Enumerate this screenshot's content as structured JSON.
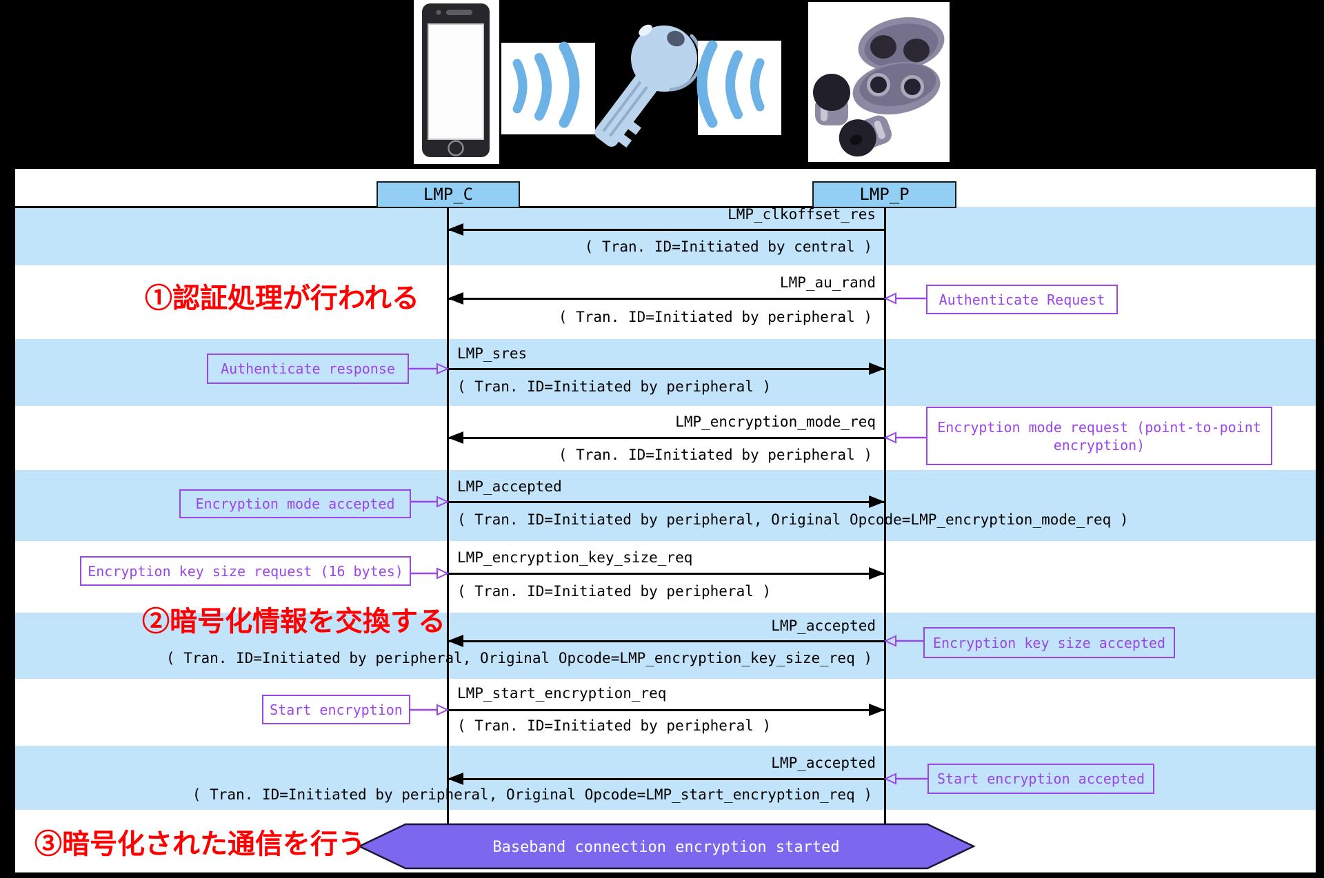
{
  "hero": {
    "icons": [
      {
        "name": "smartphone-icon"
      },
      {
        "name": "radio-waves-left-icon"
      },
      {
        "name": "key-icon"
      },
      {
        "name": "radio-waves-right-icon"
      },
      {
        "name": "earbuds-icon"
      }
    ]
  },
  "diagram": {
    "participants": [
      {
        "label": "LMP_C"
      },
      {
        "label": "LMP_P"
      }
    ],
    "messages": [
      {
        "label": "LMP_clkoffset_res",
        "params": "( Tran. ID=Initiated by central )",
        "direction": "to_central"
      },
      {
        "label": "LMP_au_rand",
        "params": "( Tran. ID=Initiated by peripheral )",
        "direction": "to_central",
        "note": {
          "side": "right",
          "text": "Authenticate Request"
        }
      },
      {
        "label": "LMP_sres",
        "params": "( Tran. ID=Initiated by peripheral )",
        "direction": "to_peripheral",
        "note": {
          "side": "left",
          "text": "Authenticate response"
        }
      },
      {
        "label": "LMP_encryption_mode_req",
        "params": "( Tran. ID=Initiated by peripheral )",
        "direction": "to_central",
        "note": {
          "side": "right",
          "text": "Encryption mode request (point-to-point encryption)"
        }
      },
      {
        "label": "LMP_accepted",
        "params": "( Tran. ID=Initiated by peripheral, Original Opcode=LMP_encryption_mode_req )",
        "direction": "to_peripheral",
        "note": {
          "side": "left",
          "text": "Encryption mode accepted"
        }
      },
      {
        "label": "LMP_encryption_key_size_req",
        "params": "( Tran. ID=Initiated by peripheral )",
        "direction": "to_peripheral",
        "note": {
          "side": "left",
          "text": "Encryption key size request (16 bytes)"
        }
      },
      {
        "label": "LMP_accepted",
        "params": "( Tran. ID=Initiated by peripheral, Original Opcode=LMP_encryption_key_size_req )",
        "direction": "to_central",
        "note": {
          "side": "right",
          "text": "Encryption key size accepted"
        }
      },
      {
        "label": "LMP_start_encryption_req",
        "params": "( Tran. ID=Initiated by peripheral )",
        "direction": "to_peripheral",
        "note": {
          "side": "left",
          "text": "Start encryption"
        }
      },
      {
        "label": "LMP_accepted",
        "params": "( Tran. ID=Initiated by peripheral, Original Opcode=LMP_start_encryption_req )",
        "direction": "to_central",
        "note": {
          "side": "right",
          "text": "Start encryption accepted"
        }
      }
    ],
    "annotations": [
      {
        "text": "①認証処理が行われる"
      },
      {
        "text": "②暗号化情報を交換する"
      },
      {
        "text": "③暗号化された通信を行う"
      }
    ],
    "end_banner": {
      "text": "Baseband connection encryption started"
    }
  },
  "colors": {
    "background": "#000000",
    "canvas": "#FFFFFF",
    "stripe_blue": "#C2E4FB",
    "participant_fill": "#93CFF4",
    "participant_border": "#1A1A1A",
    "message_line": "#000000",
    "note_purple": "#9B45E8",
    "banner_fill": "#7B68EE",
    "banner_border": "#1C1633",
    "banner_text": "#FFFFFF",
    "annotation_red": "#FF0000",
    "wave_blue": "#6CB2E6",
    "key_blue": "#B9D4EC",
    "device_dark": "#26262B",
    "earbud_gray": "#8D89A3"
  }
}
